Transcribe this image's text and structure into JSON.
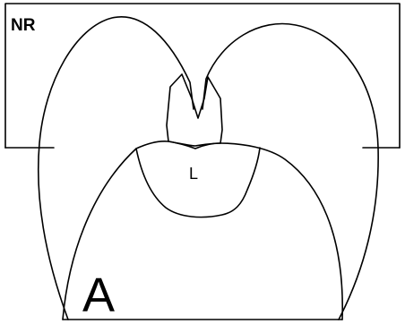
{
  "labels": {
    "region_nr": "NR",
    "region_l": "L",
    "panel": "A"
  },
  "colors": {
    "line": "#000000",
    "background": "#ffffff"
  }
}
